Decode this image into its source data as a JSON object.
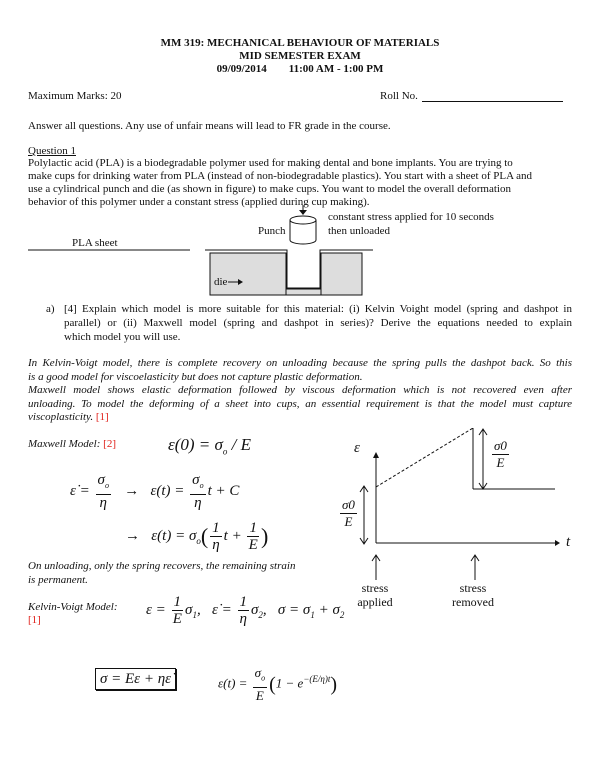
{
  "header": {
    "course": "MM 319: MECHANICAL BEHAVIOUR OF MATERIALS",
    "exam": "MID SEMESTER EXAM",
    "date": "09/09/2014",
    "time": "11:00 AM - 1:00 PM",
    "max_marks": "Maximum Marks: 20",
    "roll_no": "Roll No."
  },
  "instructions": "Answer all questions. Any use of unfair means will lead to FR grade in the course.",
  "question1": {
    "heading": "Question 1",
    "paragraph": [
      "Polylactic acid (PLA) is a biodegradable polymer used for making dental and bone implants. You are trying to",
      "make cups for drinking water from PLA (instead of non-biodegradable plastics). You start with a sheet of PLA and",
      "use a cylindrical punch and die (as shown in figure) to make cups. You want to model the overall deformation",
      "behavior of this polymer under a constant stress (applied during cup making)."
    ],
    "figure": {
      "stress_note_1": "constant stress applied for 10 seconds",
      "stress_note_2": "then unloaded",
      "punch_label": "Punch",
      "sheet_label": "PLA sheet",
      "die_label": "die"
    },
    "part_a": {
      "label": "a)",
      "lines": [
        "[4] Explain which model is more suitable for this material: (i) Kelvin Voight model (spring and dashpot in",
        "parallel) or (ii) Maxwell model (spring and dashpot in series)? Derive the equations needed to explain",
        "which model you will use."
      ]
    }
  },
  "answer": {
    "lines": [
      "In Kelvin-Voigt model, there is complete recovery on unloading because the spring pulls the dashpot back. So this",
      "is a good model for viscoelasticity but does not capture plastic deformation.",
      "Maxwell model shows elastic deformation followed by viscous deformation which is not recovered even after",
      "unloading. To model the deforming of a sheet into cups, an essential requirement is that the model must capture"
    ],
    "last_line": "viscoplasticity.",
    "last_mark": "[1]",
    "maxwell_label": "Maxwell Model:",
    "maxwell_mark": "[2]",
    "maxwell_eq1": "ε(0) = σ",
    "maxwell_eq1_sub": "o",
    "maxwell_eq1_tail": " / E",
    "unloading_lines": [
      "On unloading, only the spring recovers, the remaining strain",
      "is permanent."
    ],
    "kv_label": "Kelvin-Voigt   Model:",
    "kv_mark": "[1]",
    "boxed_eq": "σ = Eε + ηε̇",
    "graph": {
      "y_label": "ε",
      "x_label": "t",
      "jump_label_num": "σ0",
      "jump_label_den": "E",
      "applied_1": "stress",
      "applied_2": "applied",
      "removed_1": "stress",
      "removed_2": "removed"
    }
  }
}
